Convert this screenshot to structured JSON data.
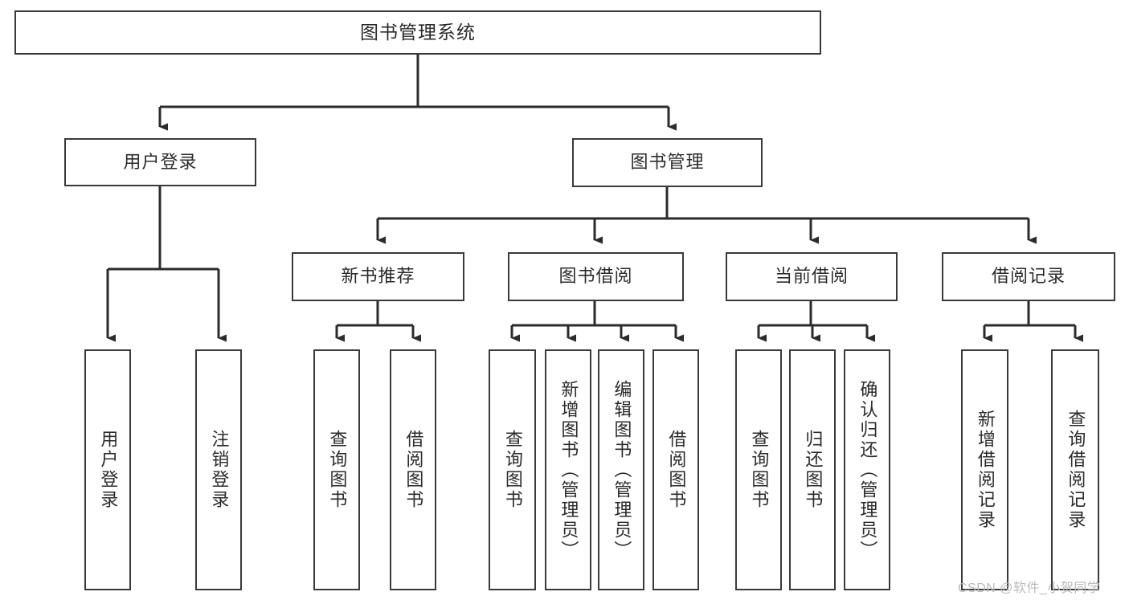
{
  "diagram": {
    "type": "hierarchy-tree",
    "title": "图书管理系统",
    "watermark": "CSDN @软件_小贺同学",
    "colors": {
      "box_border": "#3a3a3a",
      "box_fill": "#ffffff",
      "text": "#2b2b2b",
      "connector": "#2b2b2b",
      "watermark": "#b9b9b9",
      "background": "#ffffff"
    },
    "root": {
      "label": "图书管理系统"
    },
    "level2": [
      {
        "label": "用户登录"
      },
      {
        "label": "图书管理"
      }
    ],
    "level3": [
      {
        "label": "新书推荐"
      },
      {
        "label": "图书借阅"
      },
      {
        "label": "当前借阅"
      },
      {
        "label": "借阅记录"
      }
    ],
    "leaves": {
      "user_login": [
        {
          "label": "用户登录"
        },
        {
          "label": "注销登录"
        }
      ],
      "new_book_recommend": [
        {
          "label": "查询图书"
        },
        {
          "label": "借阅图书"
        }
      ],
      "book_borrow": [
        {
          "label": "查询图书"
        },
        {
          "label": "新增图书（管理员）"
        },
        {
          "label": "编辑图书（管理员）"
        },
        {
          "label": "借阅图书"
        }
      ],
      "current_borrow": [
        {
          "label": "查询图书"
        },
        {
          "label": "归还图书"
        },
        {
          "label": "确认归还（管理员）"
        }
      ],
      "borrow_records": [
        {
          "label": "新增借阅记录"
        },
        {
          "label": "查询借阅记录"
        }
      ]
    }
  }
}
